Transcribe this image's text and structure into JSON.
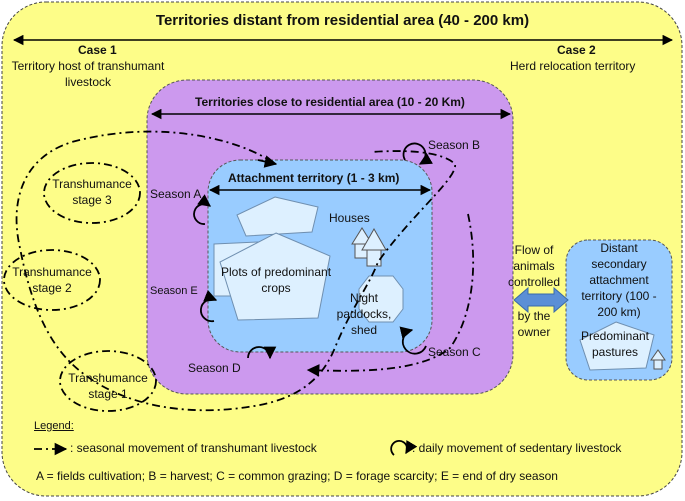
{
  "title": "Territories distant from residential area (40 - 200 km)",
  "case1": {
    "heading": "Case 1",
    "line1": "Territory host of transhumant",
    "line2": "livestock"
  },
  "case2": {
    "heading": "Case 2",
    "line1": "Herd relocation territory"
  },
  "close_territories": {
    "label": "Territories close to residential area (10 - 20 Km)"
  },
  "attachment": {
    "label": "Attachment territory (1 - 3 km)",
    "houses": "Houses",
    "plots": [
      "Plots of predominant",
      "crops"
    ],
    "paddocks": [
      "Night",
      "paddocks,",
      "shed"
    ]
  },
  "seasons": {
    "a": "Season A",
    "b": "Season B",
    "c": "Season C",
    "d": "Season D",
    "e": "Season E"
  },
  "transhumance": {
    "stage3": [
      "Transhumance",
      "stage 3"
    ],
    "stage2": [
      "Transhumance",
      "stage 2"
    ],
    "stage1": [
      "Transhumance",
      "stage 1"
    ]
  },
  "flow": [
    "Flow of",
    "animals",
    "controlled",
    "by the",
    "owner"
  ],
  "distant_secondary": {
    "label": [
      "Distant",
      "secondary",
      "attachment",
      "territory (100 -",
      "200 km)"
    ],
    "pastures": [
      "Predominant",
      "pastures"
    ]
  },
  "legend": {
    "title": "Legend:",
    "seasonal": ": seasonal movement of transhumant livestock",
    "daily": ": daily movement of sedentary livestock",
    "codes": "A = fields cultivation; B = harvest; C = common grazing; D = forage scarcity;  E = end of dry season"
  },
  "colors": {
    "outer_fill": "#fdfd88",
    "close_fill": "#cc99ee",
    "attachment_fill": "#99ccff",
    "shape_fill": "#ddf0ff",
    "arrow_fill": "#5b8fd6"
  }
}
